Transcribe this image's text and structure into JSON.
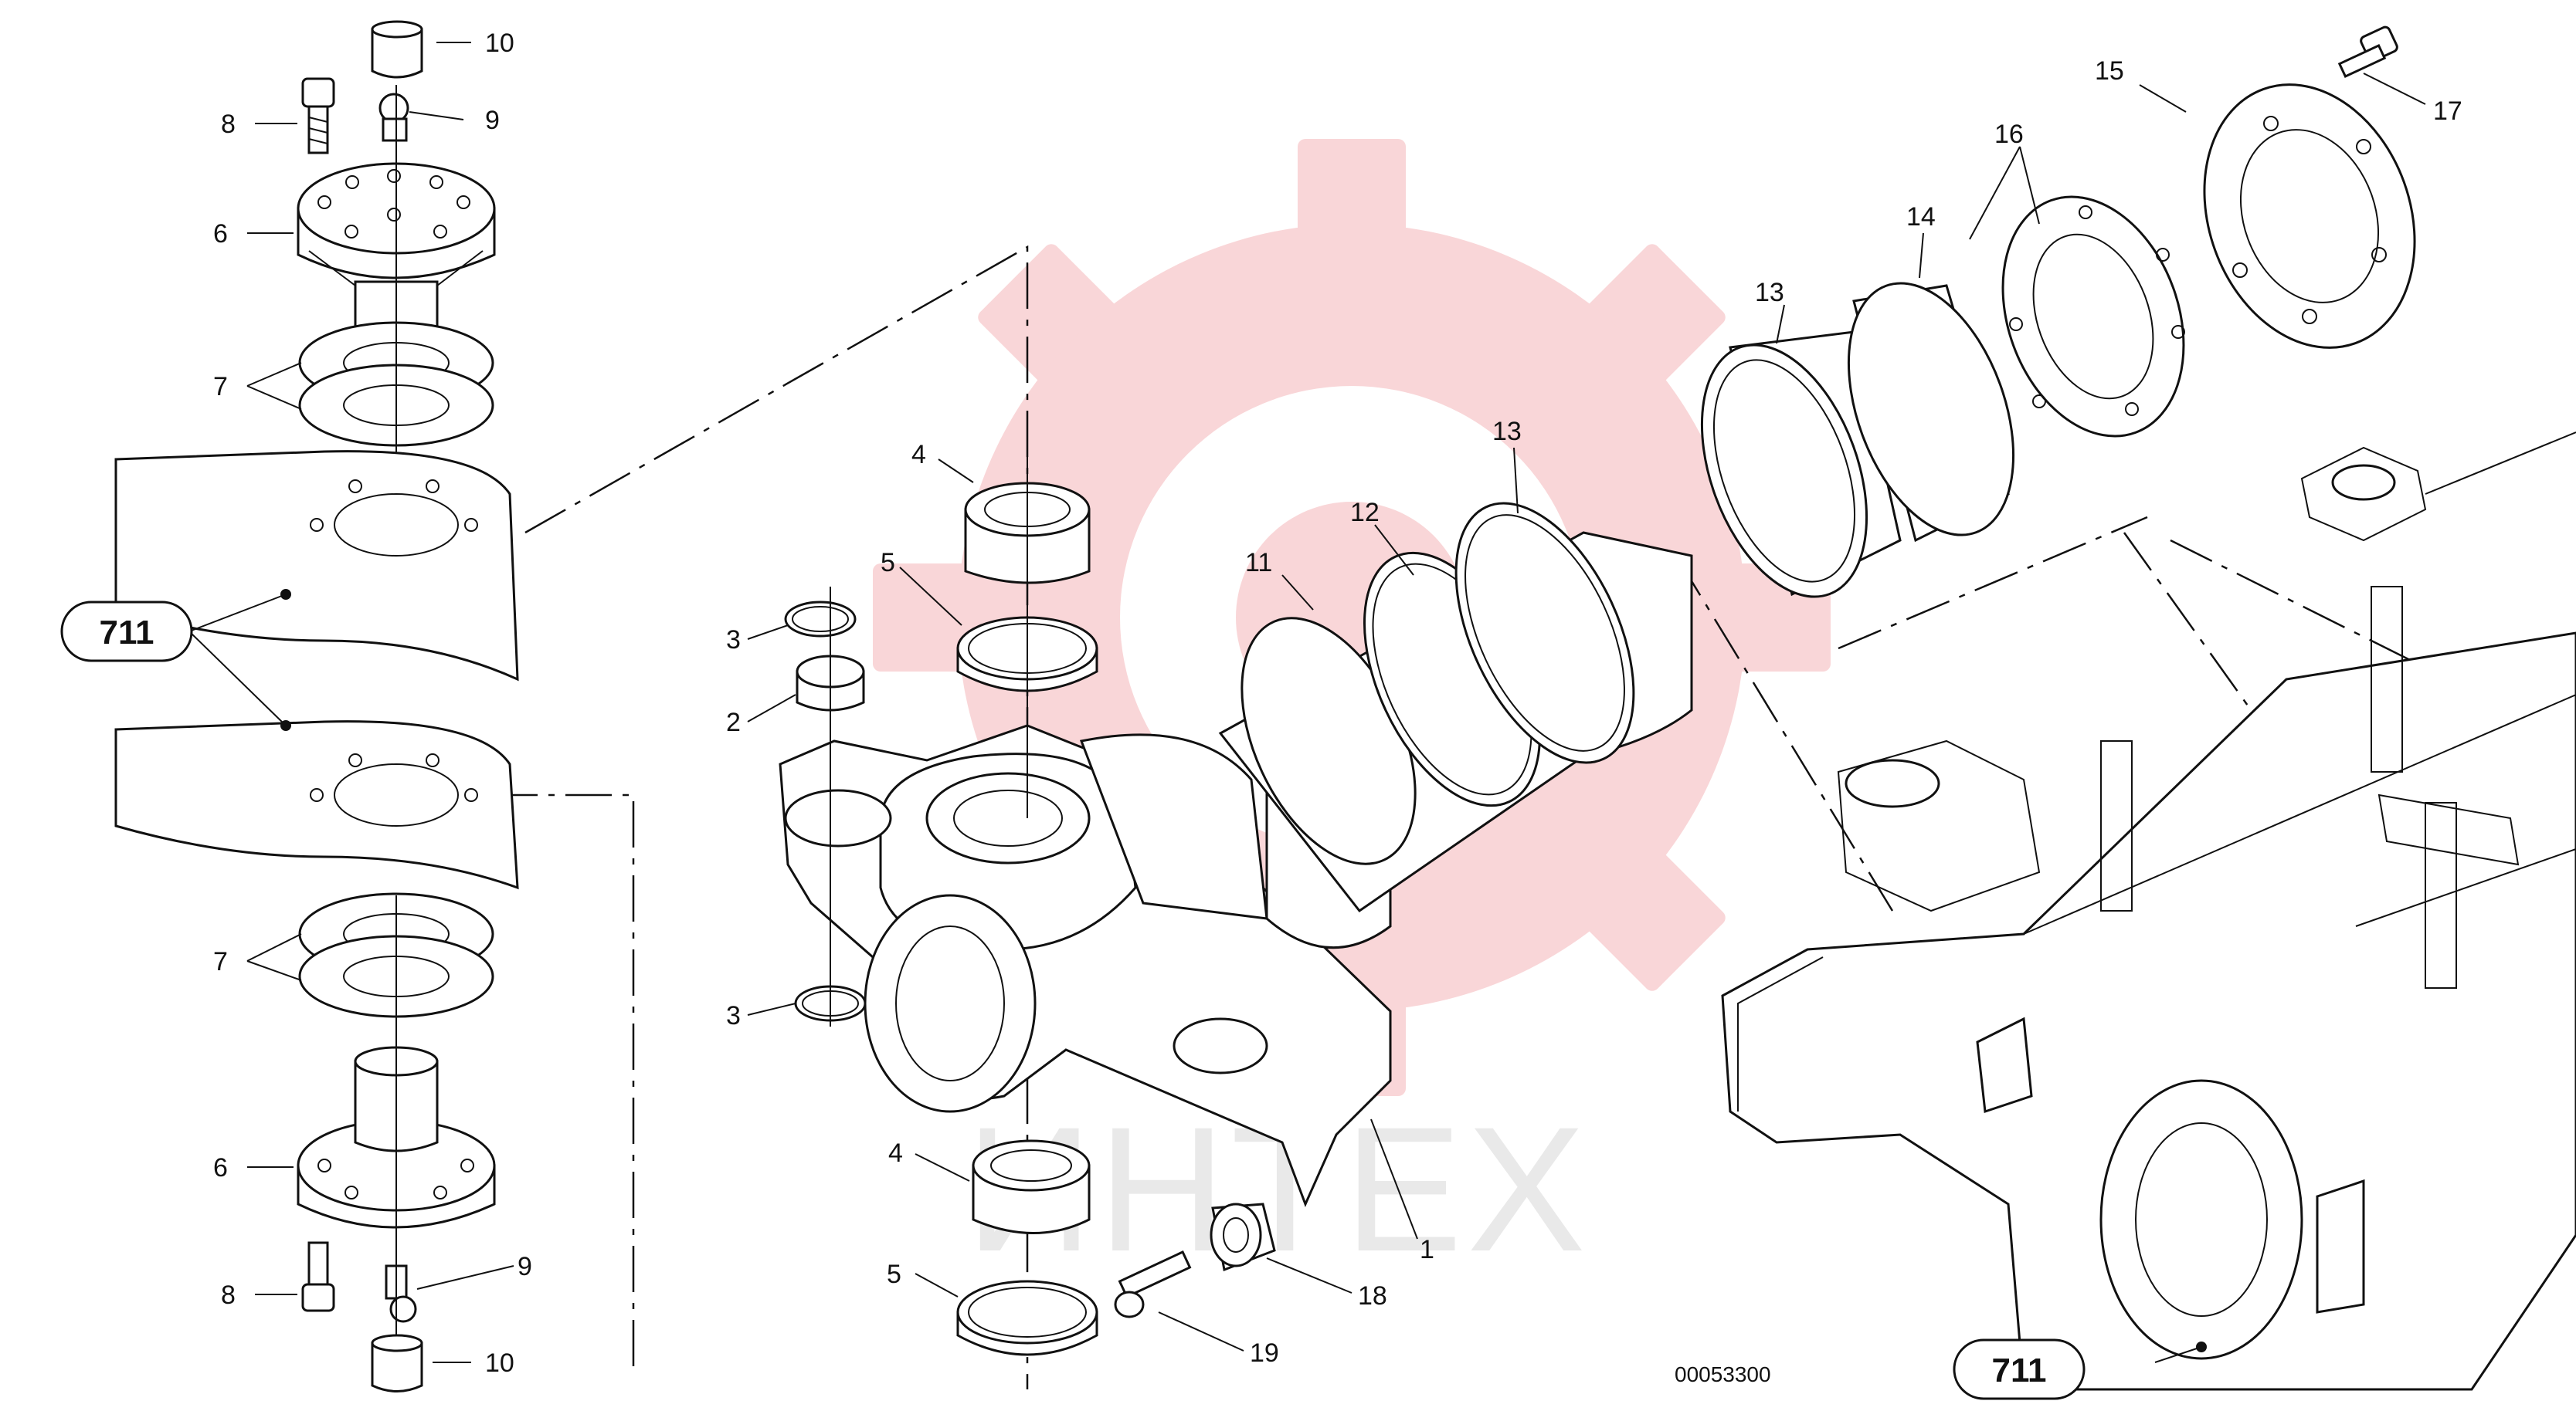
{
  "diagram": {
    "drawing_number": "00053300",
    "watermark_text": "ИНТЕХ",
    "watermark_color": "#e0242b",
    "callouts": [
      {
        "id": "c10a",
        "label": "10"
      },
      {
        "id": "c8a",
        "label": "8"
      },
      {
        "id": "c9a",
        "label": "9"
      },
      {
        "id": "c6a",
        "label": "6"
      },
      {
        "id": "c7a",
        "label": "7"
      },
      {
        "id": "c7b",
        "label": "7"
      },
      {
        "id": "c6b",
        "label": "6"
      },
      {
        "id": "c8b",
        "label": "8"
      },
      {
        "id": "c9b",
        "label": "9"
      },
      {
        "id": "c10b",
        "label": "10"
      },
      {
        "id": "c4a",
        "label": "4"
      },
      {
        "id": "c5a",
        "label": "5"
      },
      {
        "id": "c3a",
        "label": "3"
      },
      {
        "id": "c2",
        "label": "2"
      },
      {
        "id": "c3b",
        "label": "3"
      },
      {
        "id": "c4b",
        "label": "4"
      },
      {
        "id": "c5b",
        "label": "5"
      },
      {
        "id": "c1",
        "label": "1"
      },
      {
        "id": "c11",
        "label": "11"
      },
      {
        "id": "c12",
        "label": "12"
      },
      {
        "id": "c13a",
        "label": "13"
      },
      {
        "id": "c13b",
        "label": "13"
      },
      {
        "id": "c14",
        "label": "14"
      },
      {
        "id": "c15",
        "label": "15"
      },
      {
        "id": "c16",
        "label": "16"
      },
      {
        "id": "c17",
        "label": "17"
      },
      {
        "id": "c18",
        "label": "18"
      },
      {
        "id": "c19",
        "label": "19"
      }
    ],
    "references": [
      {
        "id": "ref-left",
        "label": "711"
      },
      {
        "id": "ref-right",
        "label": "711"
      }
    ]
  }
}
